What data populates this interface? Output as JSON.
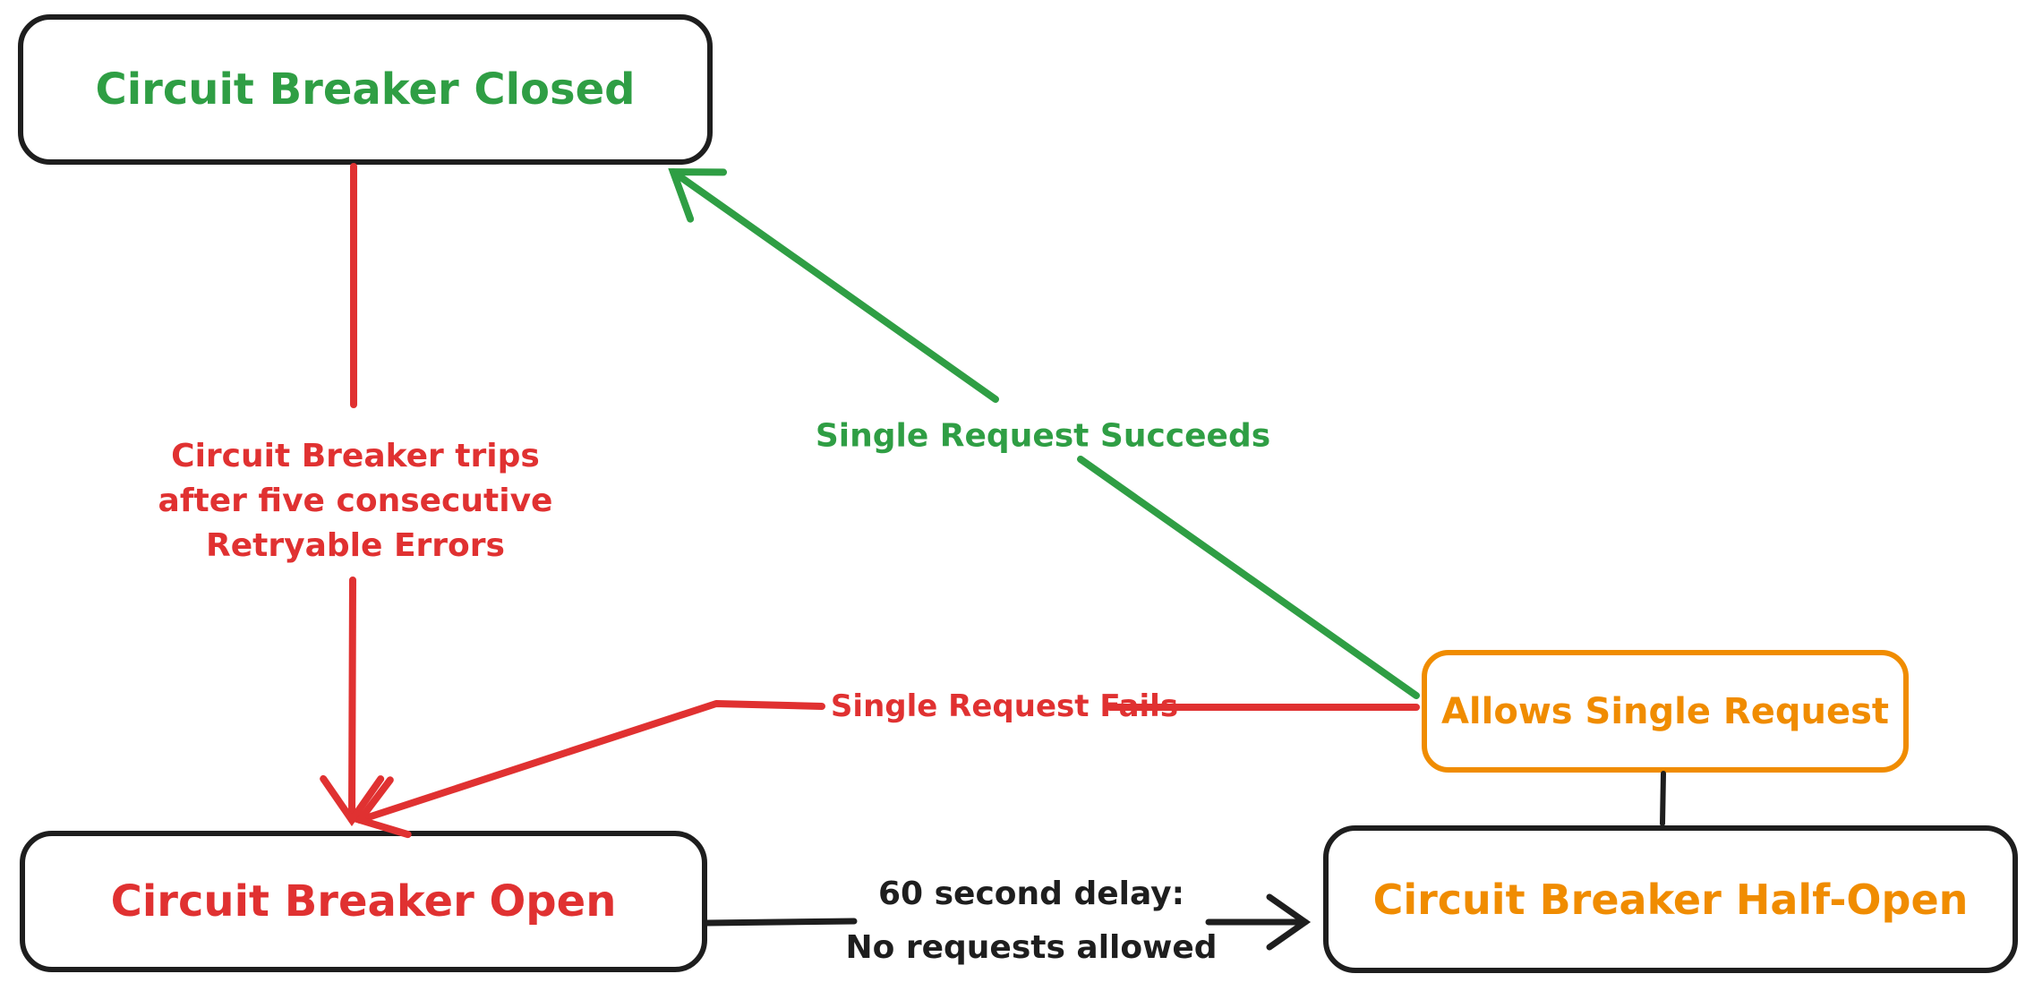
{
  "diagram": {
    "background": "#ffffff",
    "outline_color": "#1e1e1e",
    "nodes": {
      "closed": {
        "label": "Circuit Breaker Closed",
        "color": "#2f9e44",
        "border_color": "#1e1e1e"
      },
      "open": {
        "label": "Circuit Breaker Open",
        "color": "#e03131",
        "border_color": "#1e1e1e"
      },
      "half_open": {
        "label": "Circuit Breaker Half-Open",
        "color": "#f08c00",
        "border_color": "#1e1e1e"
      },
      "allows_single_request": {
        "label": "Allows Single Request",
        "color": "#f08c00",
        "border_color": "#f08c00"
      }
    },
    "edges": {
      "trips": {
        "from": "closed",
        "to": "open",
        "color": "#e03131",
        "lines": [
          "Circuit Breaker trips",
          "after five consecutive",
          "Retryable Errors"
        ]
      },
      "succeeds": {
        "from": "allows_single_request",
        "to": "closed",
        "color": "#2f9e44",
        "label": "Single Request Succeeds"
      },
      "fails": {
        "from": "allows_single_request",
        "to": "open",
        "color": "#e03131",
        "label": "Single Request Fails"
      },
      "delay": {
        "from": "open",
        "to": "half_open",
        "color": "#1e1e1e",
        "lines": [
          "60 second delay:",
          "No requests allowed"
        ]
      },
      "connector": {
        "from": "allows_single_request",
        "to": "half_open",
        "color": "#1e1e1e",
        "label": ""
      }
    }
  }
}
